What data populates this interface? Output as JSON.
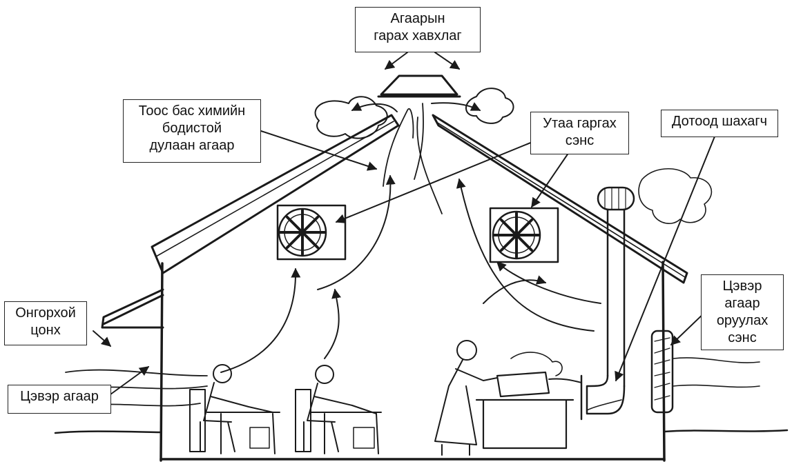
{
  "labels": {
    "exhaust_vent": [
      "Агаарын",
      "гарах хавхлаг"
    ],
    "hot_air": [
      "Тоос бас химийн",
      "бодистой",
      "дулаан агаар"
    ],
    "exhaust_fan": [
      "Утаа гаргах",
      "сэнс"
    ],
    "internal_extractor": [
      "Дотоод шахагч"
    ],
    "open_window": [
      "Онгорхой",
      "цонх"
    ],
    "clean_air": [
      "Цэвэр агаар"
    ],
    "intake_fan": [
      "Цэвэр",
      "агаар",
      "оруулах",
      "сэнс"
    ]
  }
}
